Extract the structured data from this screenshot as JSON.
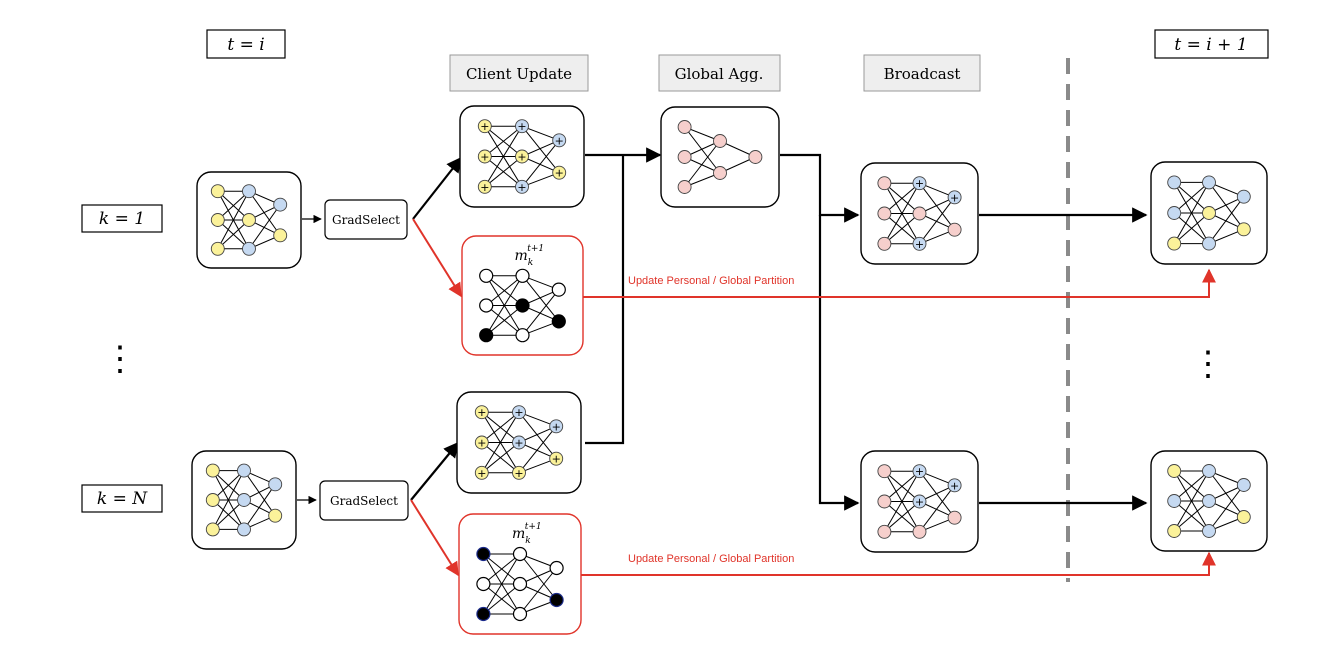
{
  "time_labels": {
    "current": "t = i",
    "next": "t = i + 1"
  },
  "client_labels": {
    "first": "k = 1",
    "last": "k = N"
  },
  "ellipsis": "⋮",
  "stage_headers": {
    "client_update": "Client Update",
    "global_agg": "Global Agg.",
    "broadcast": "Broadcast"
  },
  "grad_select_label": "GradSelect",
  "mask_label": {
    "base": "m",
    "sub": "k",
    "sup": "t+1"
  },
  "update_partition_label": "Update Personal / Global Partition",
  "plus_symbol": "+",
  "colors": {
    "yellow_node": "#fbf29a",
    "blue_node": "#c5d9f1",
    "pink_node": "#f6cfcc",
    "mask_filled": "#000000",
    "mask_empty": "#ffffff",
    "red_arrow": "#e0342a",
    "dashed_divider": "#8a8a8a",
    "header_fill": "#eeeeee"
  }
}
